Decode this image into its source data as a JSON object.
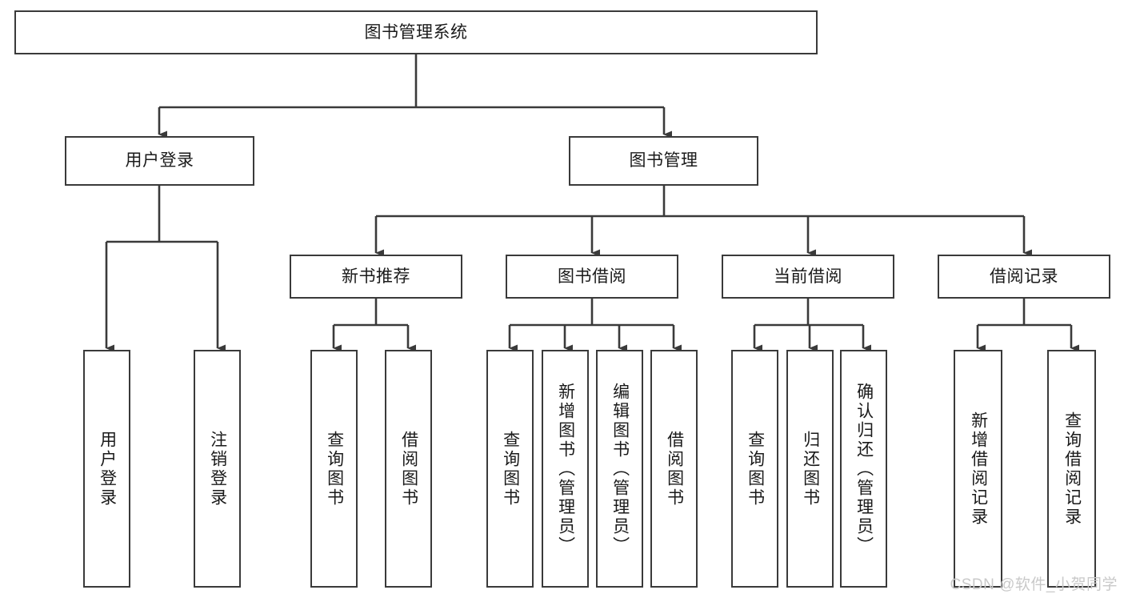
{
  "diagram": {
    "title": "图书管理系统",
    "type": "tree",
    "root": {
      "label": "图书管理系统"
    },
    "level2": [
      {
        "label": "用户登录"
      },
      {
        "label": "图书管理"
      }
    ],
    "level3": [
      {
        "label": "新书推荐"
      },
      {
        "label": "图书借阅"
      },
      {
        "label": "当前借阅"
      },
      {
        "label": "借阅记录"
      }
    ],
    "leaves": [
      {
        "label": "用户登录",
        "parent": "用户登录"
      },
      {
        "label": "注销登录",
        "parent": "用户登录"
      },
      {
        "label": "查询图书",
        "parent": "新书推荐"
      },
      {
        "label": "借阅图书",
        "parent": "新书推荐"
      },
      {
        "label": "查询图书",
        "parent": "图书借阅"
      },
      {
        "label": "新增图书（管理员）",
        "parent": "图书借阅"
      },
      {
        "label": "编辑图书（管理员）",
        "parent": "图书借阅"
      },
      {
        "label": "借阅图书",
        "parent": "图书借阅"
      },
      {
        "label": "查询图书",
        "parent": "当前借阅"
      },
      {
        "label": "归还图书",
        "parent": "当前借阅"
      },
      {
        "label": "确认归还（管理员）",
        "parent": "当前借阅"
      },
      {
        "label": "新增借阅记录",
        "parent": "借阅记录"
      },
      {
        "label": "查询借阅记录",
        "parent": "借阅记录"
      }
    ]
  },
  "watermark": {
    "text": "CSDN @软件_小贺同学"
  },
  "colors": {
    "stroke": "#3a3a3a",
    "fill": "#ffffff",
    "text": "#1a1a1a",
    "watermark": "#c9c9c9"
  }
}
